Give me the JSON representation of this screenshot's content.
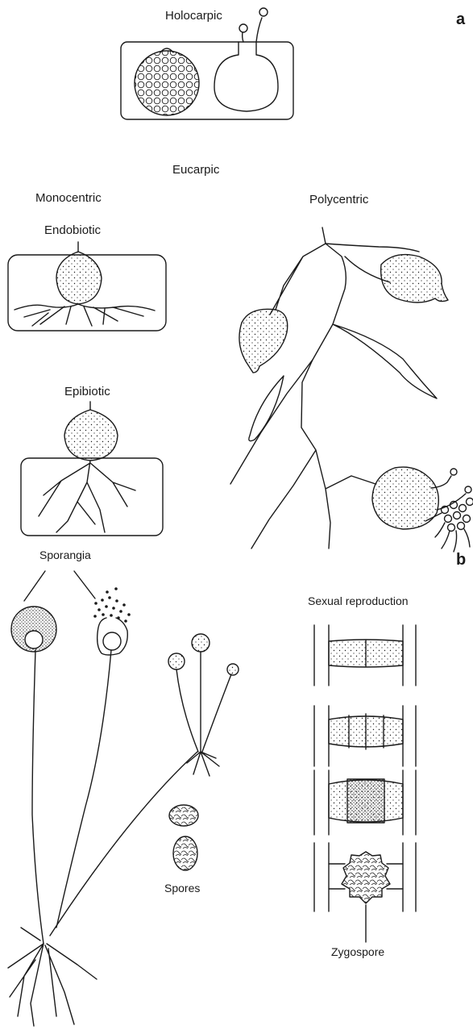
{
  "panels": {
    "a": {
      "letter": "a",
      "holocarpic": "Holocarpic",
      "eucarpic": "Eucarpic",
      "monocentric": "Monocentric",
      "endobiotic": "Endobiotic",
      "epibiotic": "Epibiotic",
      "polycentric": "Polycentric"
    },
    "b": {
      "letter": "b",
      "sporangia": "Sporangia",
      "sexual_reproduction": "Sexual reproduction",
      "spores": "Spores",
      "zygospore": "Zygospore"
    }
  },
  "colors": {
    "ink": "#1a1a1a",
    "background": "#ffffff"
  }
}
